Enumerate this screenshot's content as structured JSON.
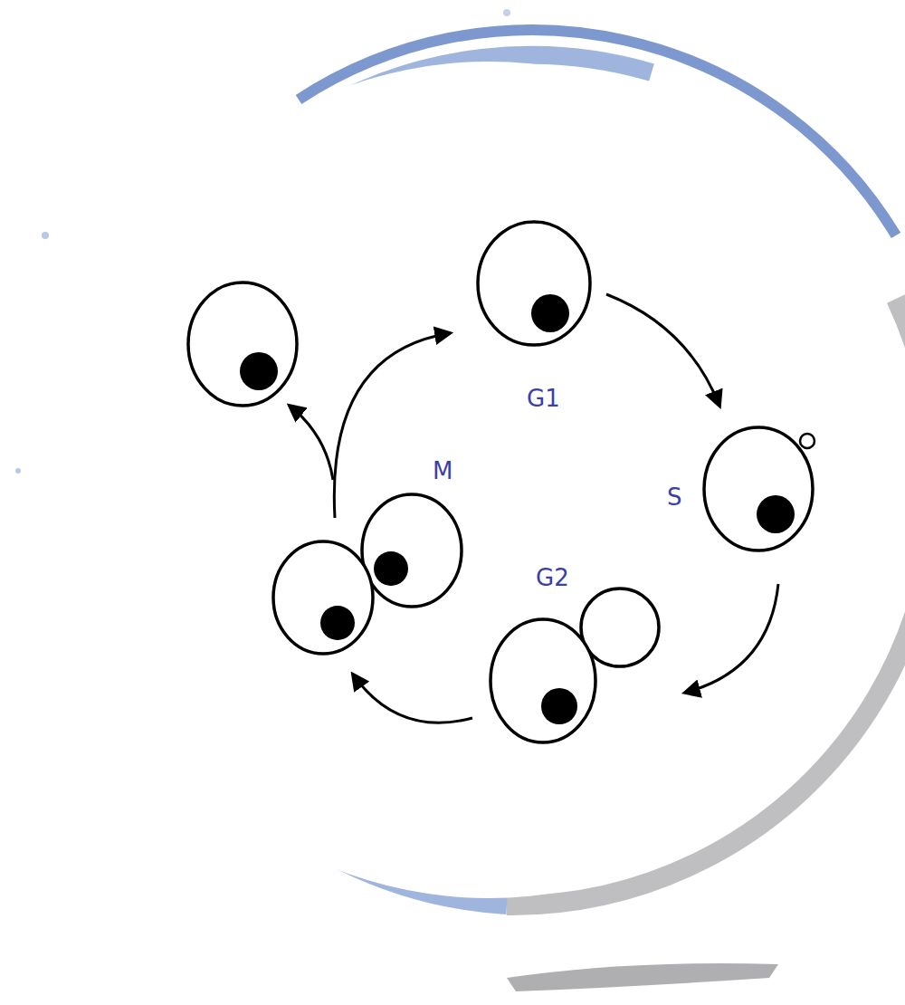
{
  "diagram": {
    "labels": [
      "G1",
      "S",
      "G2",
      "M"
    ]
  }
}
